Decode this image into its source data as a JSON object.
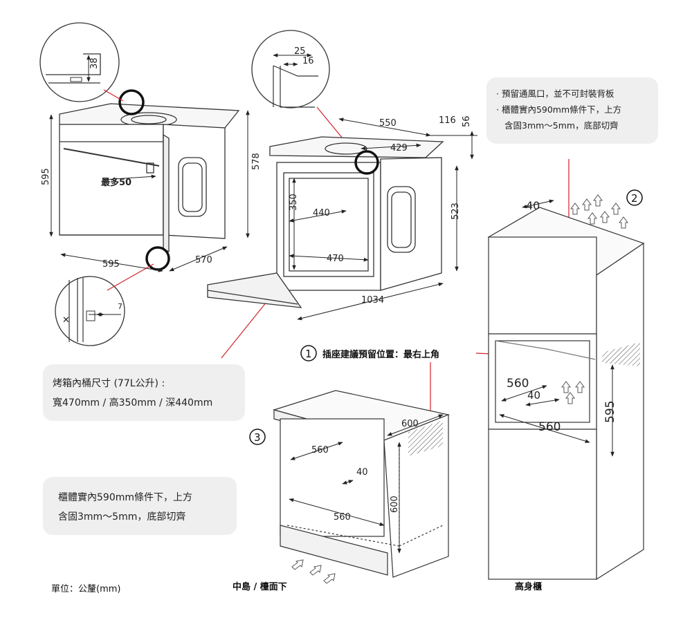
{
  "dimensions": {
    "d38": "38",
    "d25": "25",
    "d16": "16",
    "d550": "550",
    "d116": "116",
    "d56": "56",
    "d429": "429",
    "d595_height": "595",
    "d578": "578",
    "d595_width": "595",
    "d570": "570",
    "max50": "最多50",
    "d7": "7",
    "d350": "350",
    "d440": "440",
    "d470": "470",
    "d523": "523",
    "d1034": "1034",
    "d40_top": "40",
    "d560_tall": "560",
    "d40_mid": "40",
    "d560_cab": "560",
    "d595_cab": "595",
    "d600_island_w": "600",
    "d560_island": "560",
    "d40_island": "40",
    "d560_island_bottom": "560",
    "d600_island_h": "600"
  },
  "markers": {
    "m1": "1",
    "m2": "2",
    "m3": "3"
  },
  "notes": {
    "top_right": [
      "· 預留通風口，並不可封裝背板",
      "· 櫃體實內590mm條件下，上方",
      "含固3mm～5mm，底部切齊"
    ],
    "cavity": [
      "烤箱內桶尺寸 (77L公升) :",
      "寬470mm / 高350mm / 深440mm"
    ],
    "bottom_left": [
      "櫃體實內590mm條件下，上方",
      "含固3mm～5mm，底部切齊"
    ]
  },
  "labels": {
    "socket": "插座建議預留位置：最右上角",
    "island": "中島 / 檯面下",
    "tall_cabinet": "高身櫃",
    "unit": "單位：公釐(mm)"
  }
}
